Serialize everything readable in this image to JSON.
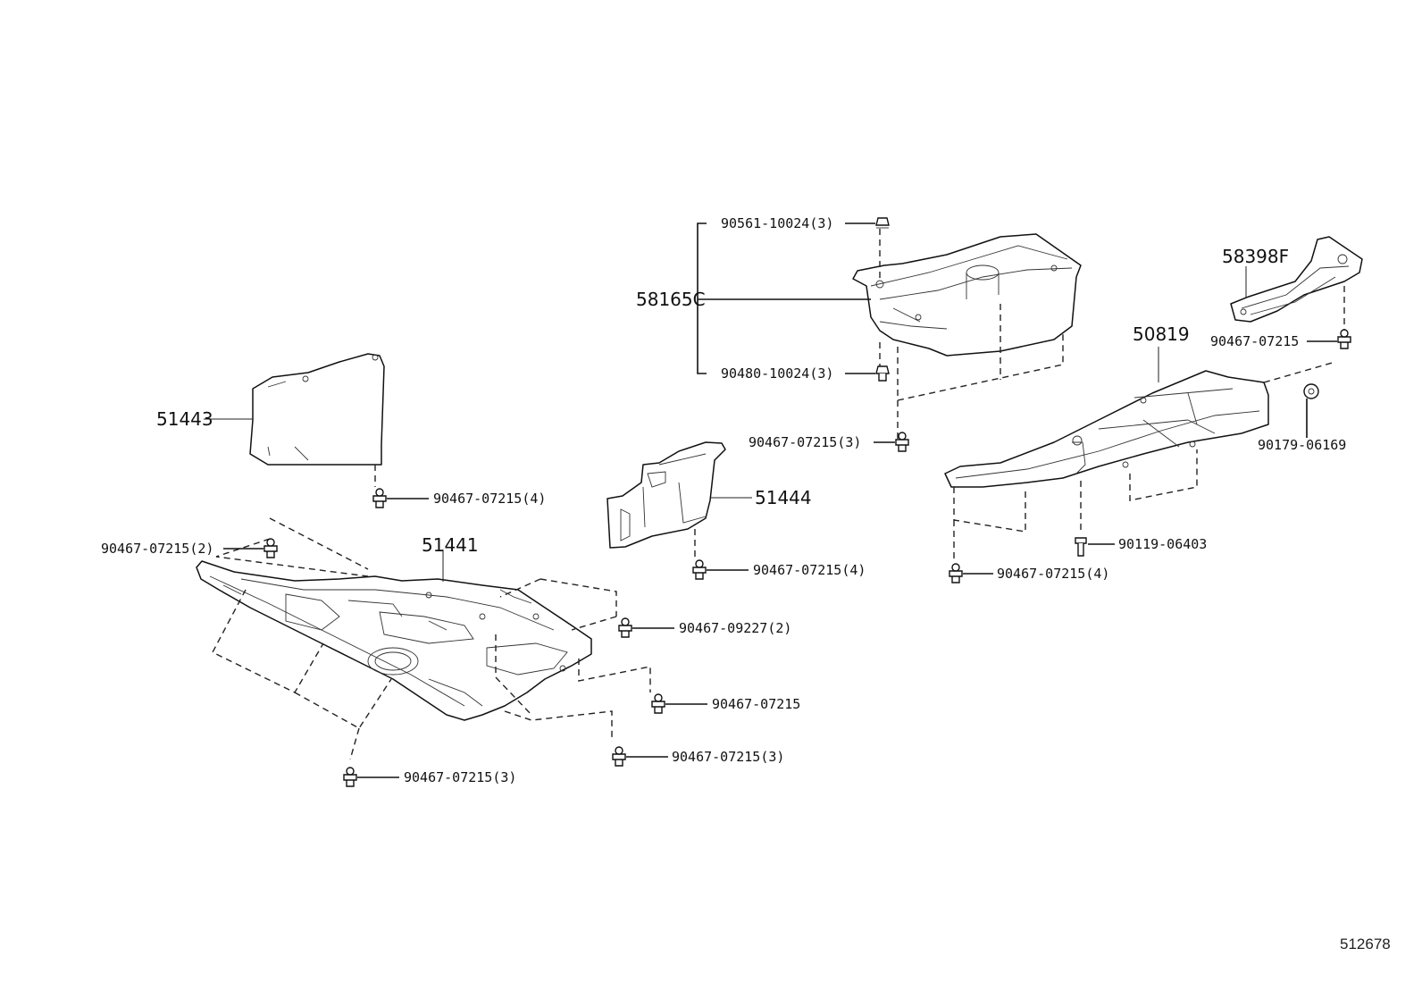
{
  "figure_number": "512678",
  "labels": {
    "p51443": "51443",
    "p51441": "51441",
    "p51444": "51444",
    "p58165c": "58165C",
    "p50819": "50819",
    "p58398f": "58398F",
    "f_51443_clip": "90467-07215(4)",
    "f_51441_left": "90467-07215(2)",
    "f_51441_right1": "90467-09227(2)",
    "f_51441_right2": "90467-07215",
    "f_51441_right3": "90467-07215(3)",
    "f_51441_bottom": "90467-07215(3)",
    "f_51444_clip": "90467-07215(4)",
    "f_58165c_top": "90561-10024(3)",
    "f_58165c_bottom": "90480-10024(3)",
    "f_58165c_clip": "90467-07215(3)",
    "f_58398f_clip": "90467-07215",
    "f_50819_grommet": "90179-06169",
    "f_50819_bolt": "90119-06403",
    "f_50819_clip": "90467-07215(4)"
  }
}
